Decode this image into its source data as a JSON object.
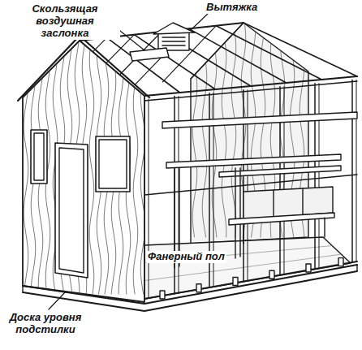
{
  "diagram": {
    "labels": [
      "Скользящая воздушная заслонка",
      "Вытяжка",
      "Фанерный пол",
      "Доска уровня подстилки"
    ]
  }
}
